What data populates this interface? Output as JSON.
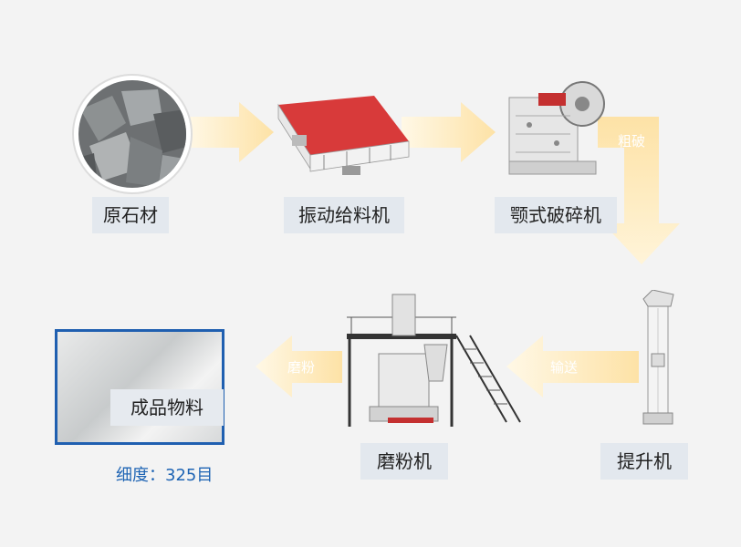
{
  "steps": {
    "raw": "原石材",
    "feeder": "振动给料机",
    "jaw": "颚式破碎机",
    "elevator": "提升机",
    "mill": "磨粉机",
    "product": "成品物料"
  },
  "arrow_labels": {
    "coarse": "粗破",
    "convey": "输送",
    "grind": "磨粉"
  },
  "fineness": "细度：325目",
  "colors": {
    "arrow": "#fde7b4",
    "label_bg": "#e3e8ee",
    "product_border": "#1f5fb0",
    "fineness_text": "#1e64b4",
    "feeder_red": "#d83a3a"
  }
}
